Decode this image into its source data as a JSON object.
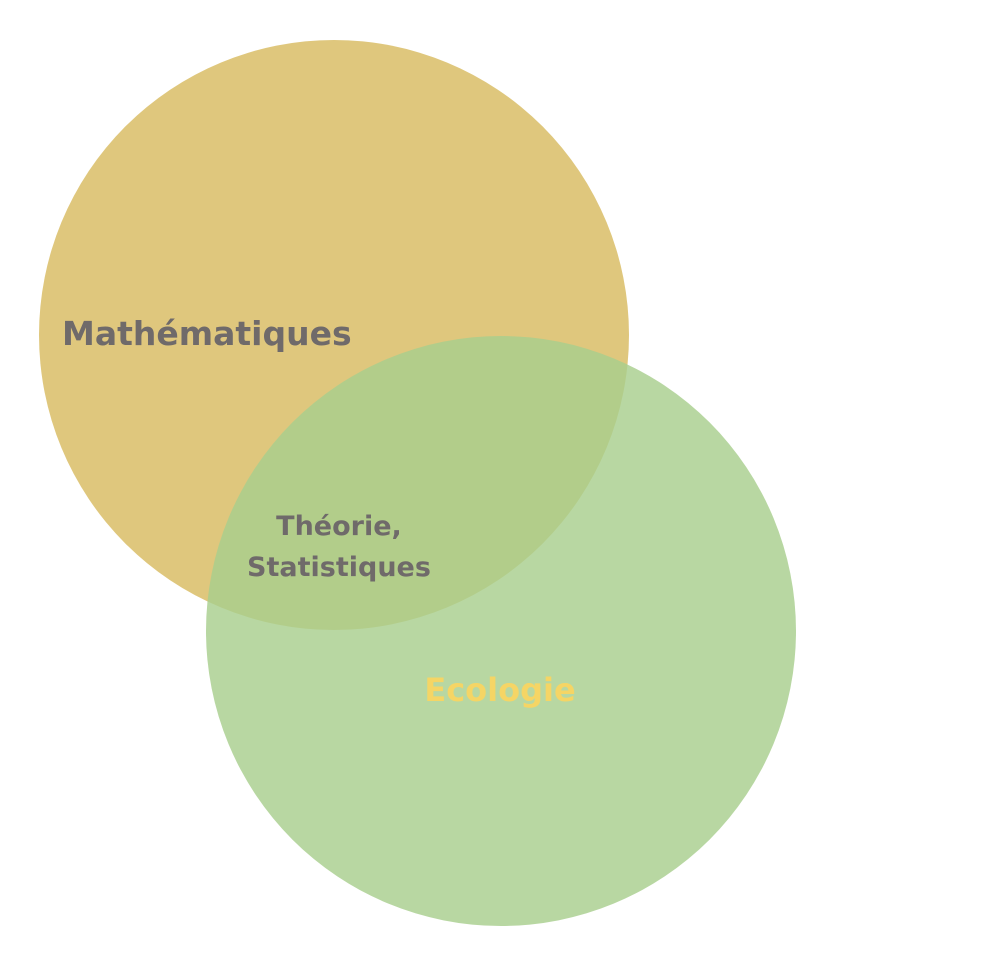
{
  "diagram": {
    "sets": [
      {
        "key": "math",
        "label": "Mathématiques",
        "fill": "#DCC272",
        "opacity": 0.92
      },
      {
        "key": "eco",
        "label": "Ecologie",
        "fill": "#A8CE8E",
        "opacity": 0.82
      }
    ],
    "intersection": {
      "lines": [
        "Théorie,",
        "Statistiques"
      ]
    },
    "colors": {
      "background": "#FFFFFF",
      "label": "#6F6A6A",
      "eco_label": "#F5D565"
    }
  }
}
